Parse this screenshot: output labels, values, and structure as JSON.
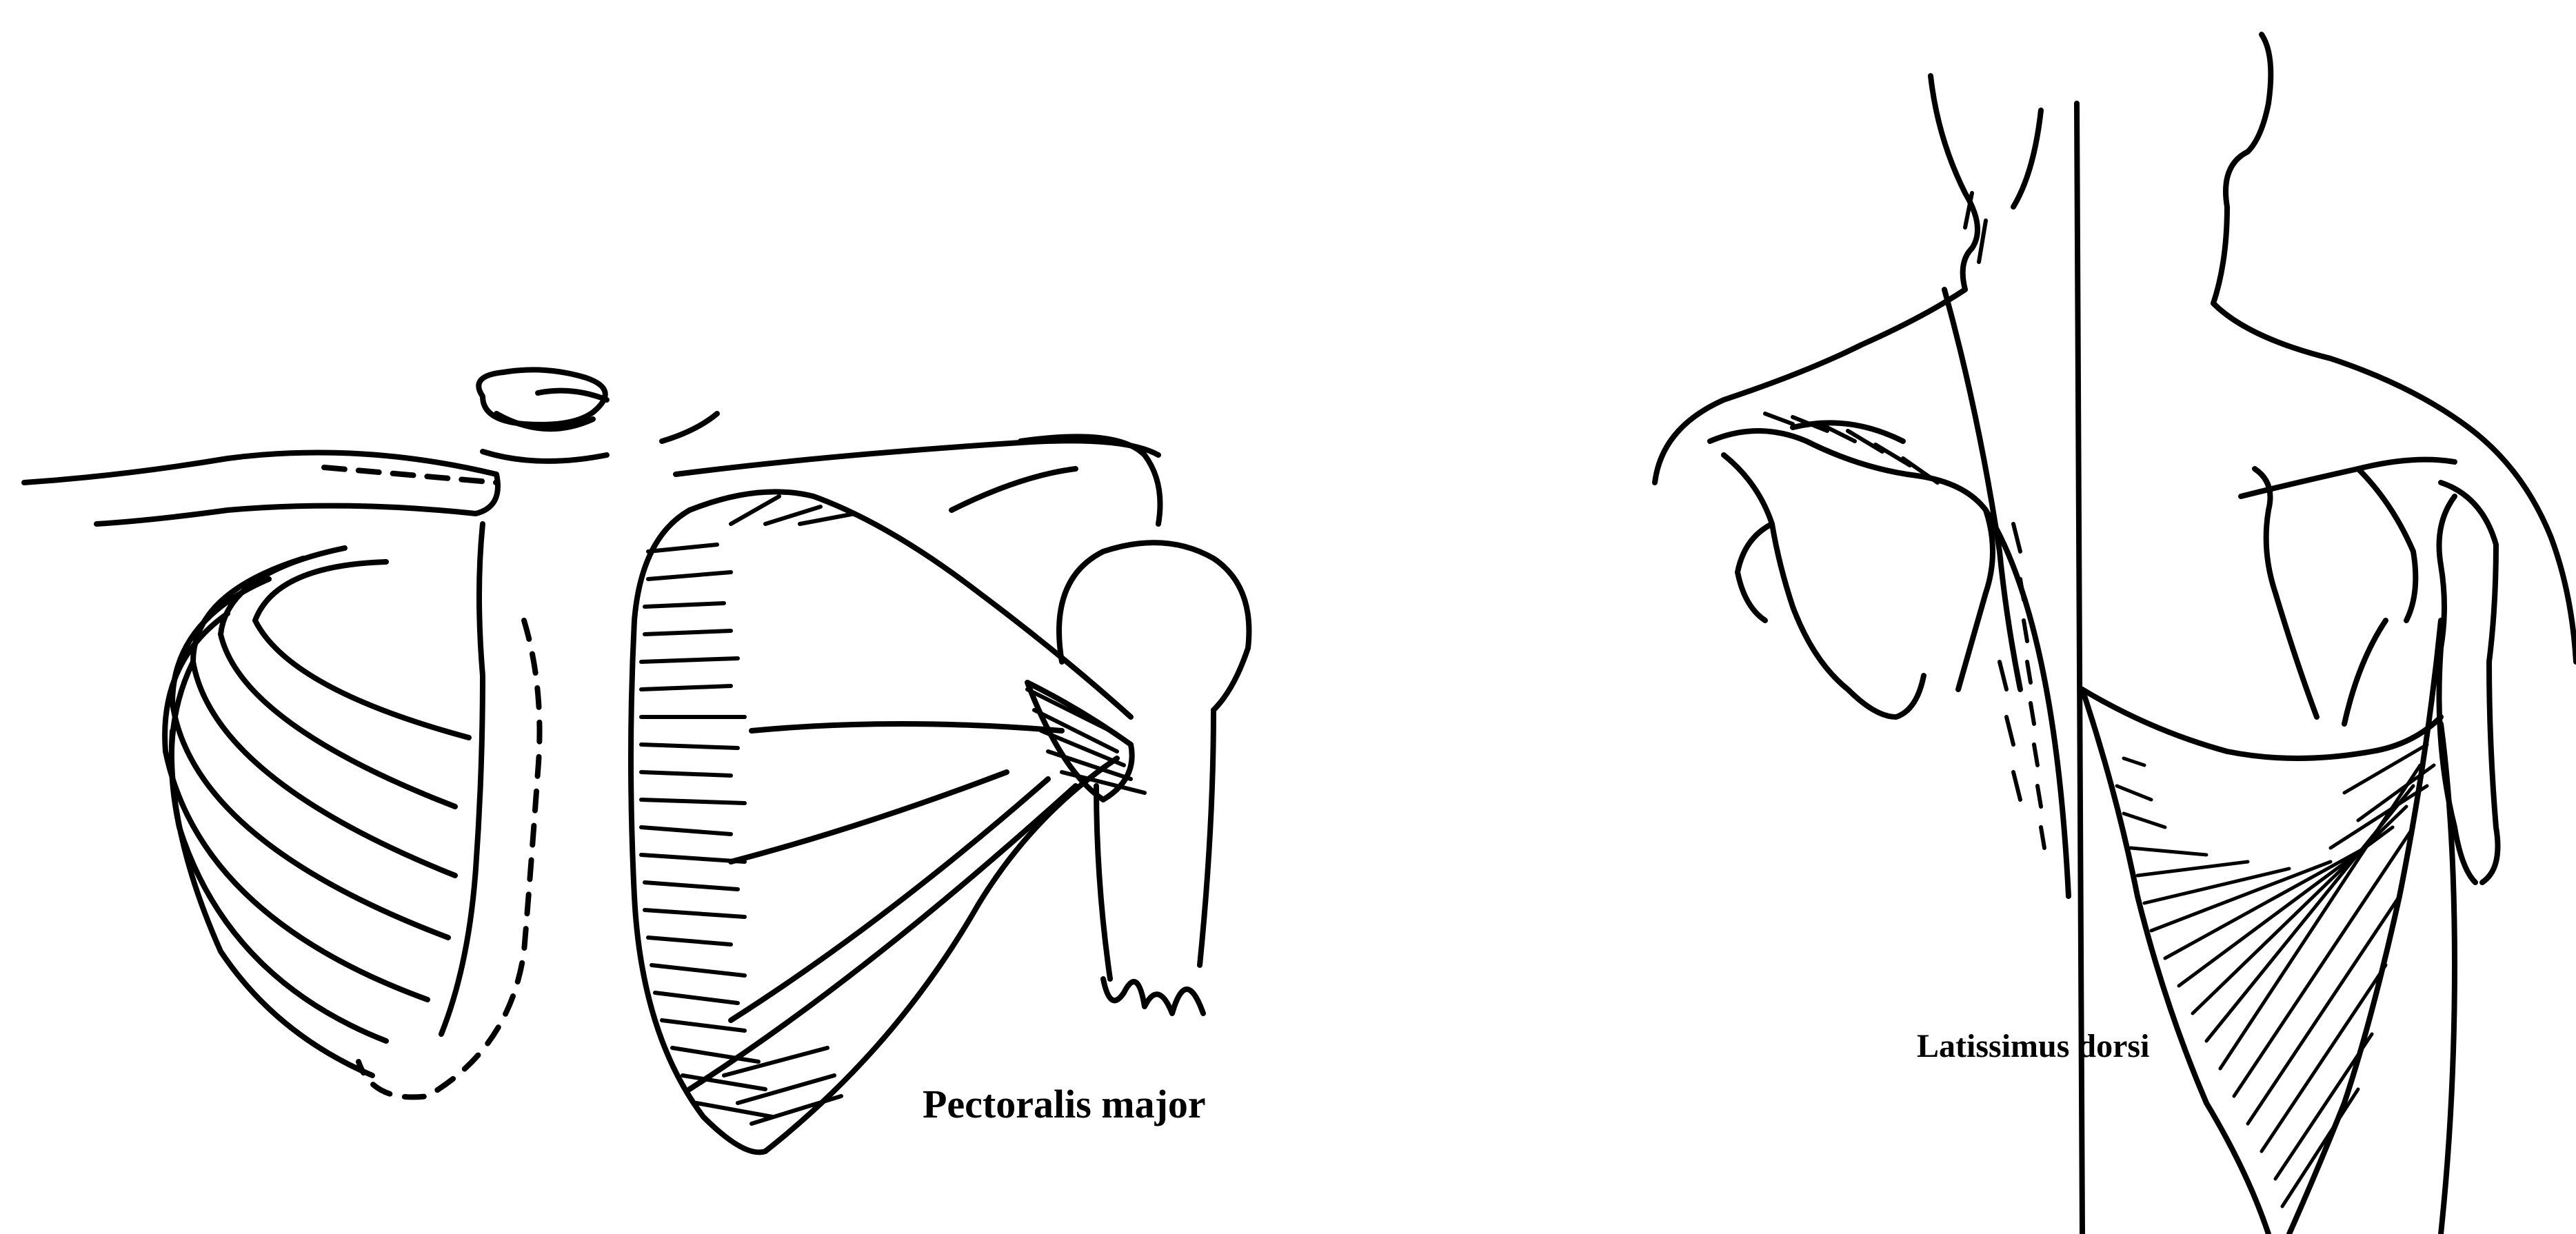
{
  "figure": {
    "panels": [
      {
        "id": "anterior-view",
        "muscle_label": "Pectoralis major"
      },
      {
        "id": "posterior-view",
        "muscle_label": "Latissimus dorsi"
      }
    ],
    "colors": {
      "ink": "#000000",
      "background": "#ffffff"
    }
  }
}
